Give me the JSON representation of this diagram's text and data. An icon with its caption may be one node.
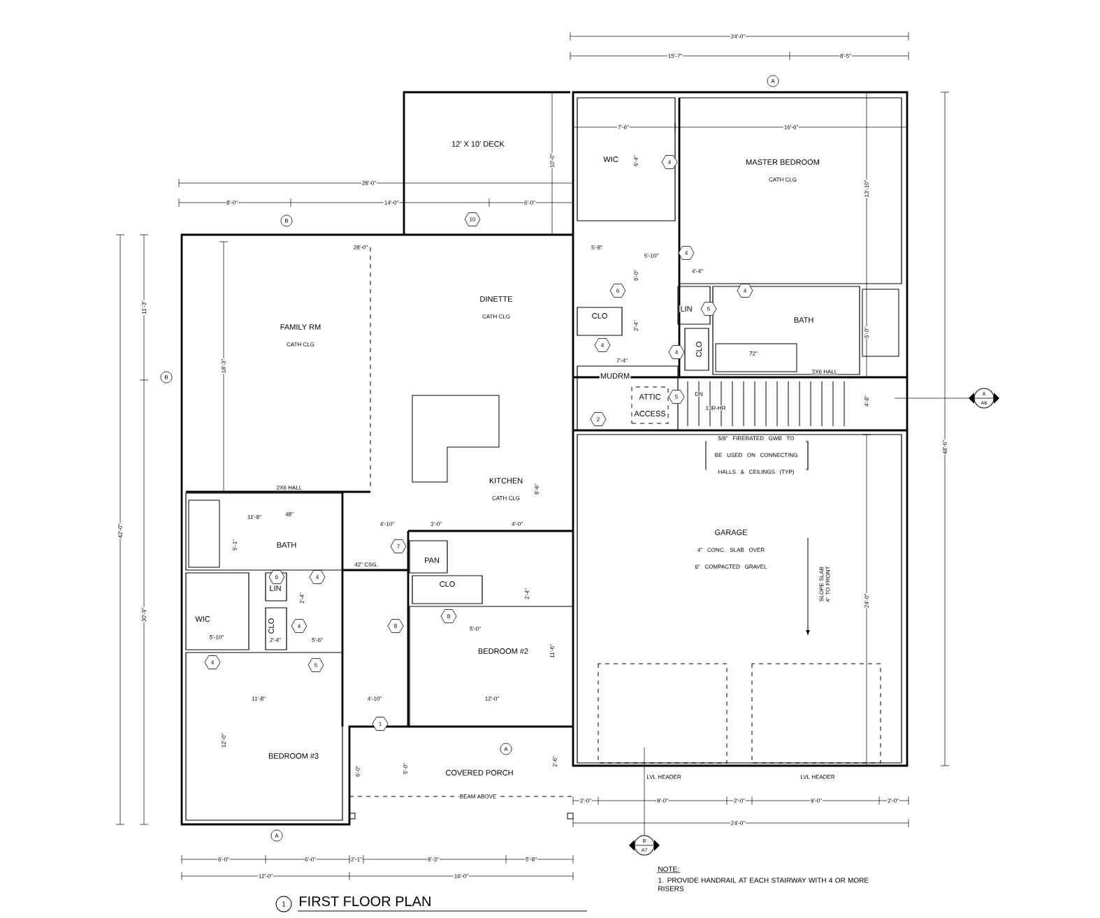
{
  "diagram": {
    "title": "FIRST FLOOR PLAN",
    "nodes": [
      {
        "text": [
          "12' X 10' DECK"
        ]
      },
      {
        "text": [
          "FAMILY RM",
          "CATH CLG"
        ]
      },
      {
        "text": [
          "DINETTE",
          "CATH CLG"
        ]
      },
      {
        "text": [
          "KITCHEN",
          "CATH CLG"
        ]
      },
      {
        "text": [
          "MASTER BEDROOM",
          "CATH CLG"
        ]
      },
      {
        "text": [
          "WIC"
        ]
      },
      {
        "text": [
          "BATH"
        ]
      },
      {
        "text": [
          "LIN"
        ]
      },
      {
        "text": [
          "CLO"
        ]
      },
      {
        "text": [
          "CLO"
        ]
      },
      {
        "text": [
          "MUDRM"
        ]
      },
      {
        "text": [
          "ATTIC ACCESS"
        ],
        "in": 10
      },
      {
        "text": [
          "BATH"
        ]
      },
      {
        "text": [
          "LIN"
        ]
      },
      {
        "text": [
          "CLO"
        ]
      },
      {
        "text": [
          "WIC"
        ]
      },
      {
        "text": [
          "PAN"
        ]
      },
      {
        "text": [
          "CLO"
        ]
      },
      {
        "text": [
          "BEDROOM #2"
        ]
      },
      {
        "text": [
          "BEDROOM #3"
        ]
      },
      {
        "text": [
          "COVERED PORCH"
        ]
      },
      {
        "text": [
          "GARAGE",
          "4\" CONC. SLAB OVER 6\" COMPACTED GRAVEL"
        ]
      },
      {
        "text": [
          "5/8\" FIRERATED GWB TO BE USED ON CONNECTING HALLS & CEILINGS (TYP)"
        ],
        "in": 21
      }
    ],
    "labels": [
      "28'-0\"",
      "8'-0\"",
      "14'-0\"",
      "6'-0\"",
      "B",
      "10",
      "10'-0\"",
      "28'-0\"",
      "11'-3\"",
      "B",
      "18'-3\"",
      "42'-0\"",
      "30'-9\"",
      "24'-0\"",
      "15'-7\"",
      "8'-5\"",
      "A",
      "7'-6\"",
      "16'-6\"",
      "6'-4\"",
      "4",
      "13'-10\"",
      "5'-8\"",
      "5'-10\"",
      "4",
      "6'-0\"",
      "6",
      "4'-4\"",
      "5",
      "4",
      "2'-4\"",
      "4",
      "4",
      "7'-4\"",
      "72\"",
      "5'-0\"",
      "2X6 HALL",
      "5",
      "DN",
      "13R-HR",
      "4'-8\"",
      "A",
      "A6",
      "48'-6\"",
      "2",
      "2X6 HALL",
      "11'-8\"",
      "48\"",
      "9'-6\"",
      "5'-1\"",
      "4'-10\"",
      "3'-0\"",
      "4'-0\"",
      "7",
      "42\" CSG.",
      "6",
      "4",
      "2'-4\"",
      "2'-4\"",
      "4",
      "5'-10\"",
      "2'-4\"",
      "5'-6\"",
      "8",
      "8",
      "5'-0\"",
      "11'-6\"",
      "4",
      "5",
      "11'-8\"",
      "4'-10\"",
      "12'-0\"",
      "1",
      "12'-0\"",
      "A",
      "2'-6\"",
      "6'-0\"",
      "5'-0\"",
      "BEAM ABOVE",
      "A",
      "6'-0\"",
      "6'-0\"",
      "2'-1\"",
      "8'-3\"",
      "5'-8\"",
      "12'-0\"",
      "16'-0\"",
      "SLOPE SLAB 4\" TO FRONT",
      "24'-0\"",
      "LVL HEADER",
      "LVL HEADER",
      "2'-0\"",
      "9'-0\"",
      "2'-0\"",
      "9'-0\"",
      "2'-0\"",
      "24'-0\"",
      "B",
      "A7",
      "NOTE:",
      "1. PROVIDE HANDRAIL AT EACH STAIRWAY WITH 4 OR MORE RISERS",
      "1"
    ]
  }
}
